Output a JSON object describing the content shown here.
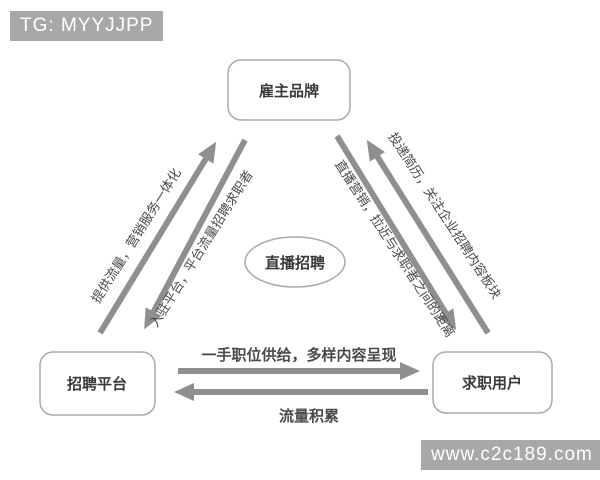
{
  "banners": {
    "tg": "TG: MYYJJPP",
    "watermark": "www.c2c189.com",
    "bg_color": "#a8a8a8",
    "text_color": "#ffffff"
  },
  "diagram": {
    "nodes": {
      "employer": "雇主品牌",
      "platform": "招聘平台",
      "jobseeker": "求职用户",
      "center": "直播招聘"
    },
    "edges": {
      "platform_to_employer": "提供流量，营销服务一体化",
      "employer_to_platform": "入驻平台，平台流量招聘求职者",
      "jobseeker_to_employer": "投递简历，关注企业招聘内容板块",
      "employer_to_jobseeker": "直播营销，拉近与求职者之间的距离",
      "platform_to_jobseeker": "一手职位供给，多样内容呈现",
      "jobseeker_to_platform": "流量积累"
    },
    "colors": {
      "arrow": "#8f8f8f",
      "node_border": "#a9a9a9",
      "node_text": "#3a3a3a",
      "edge_text": "#4a4a4a"
    }
  }
}
